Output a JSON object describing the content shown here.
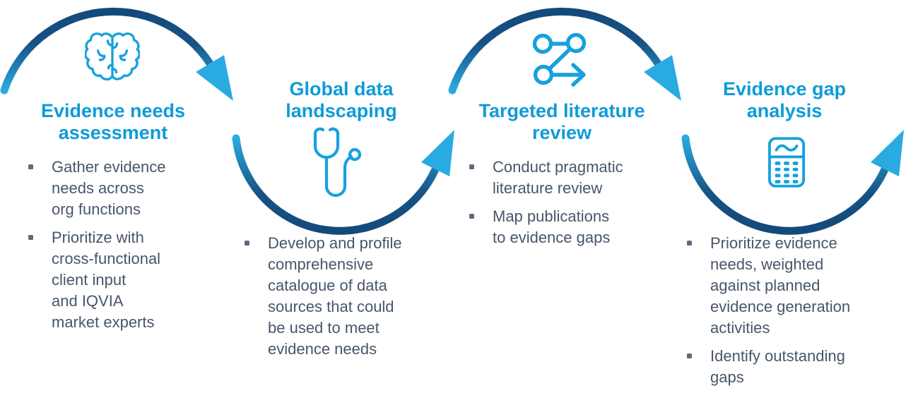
{
  "colors": {
    "title_blue": "#0E9BD8",
    "icon_blue": "#16A1DD",
    "arc_dark_navy": "#14497B",
    "arc_light_blue": "#2AAAE2",
    "body_text": "#47566A"
  },
  "sections": [
    {
      "title": "Evidence needs\nassessment",
      "icon": "brain-icon",
      "bullets": [
        "Gather evidence\nneeds across\norg functions",
        "Prioritize with\ncross-functional\nclient input\nand IQVIA\nmarket experts"
      ]
    },
    {
      "title": "Global data\nlandscaping",
      "icon": "stethoscope-icon",
      "bullets": [
        "Develop and profile\ncomprehensive\ncatalogue of data\nsources that could\nbe used to meet\nevidence needs"
      ]
    },
    {
      "title": "Targeted literature\nreview",
      "icon": "flow-network-icon",
      "bullets": [
        "Conduct pragmatic\nliterature review",
        "Map publications\nto evidence gaps"
      ]
    },
    {
      "title": "Evidence gap\nanalysis",
      "icon": "calculator-icon",
      "bullets": [
        "Prioritize evidence\nneeds, weighted\nagainst planned\nevidence generation\nactivities",
        "Identify outstanding\ngaps"
      ]
    }
  ]
}
